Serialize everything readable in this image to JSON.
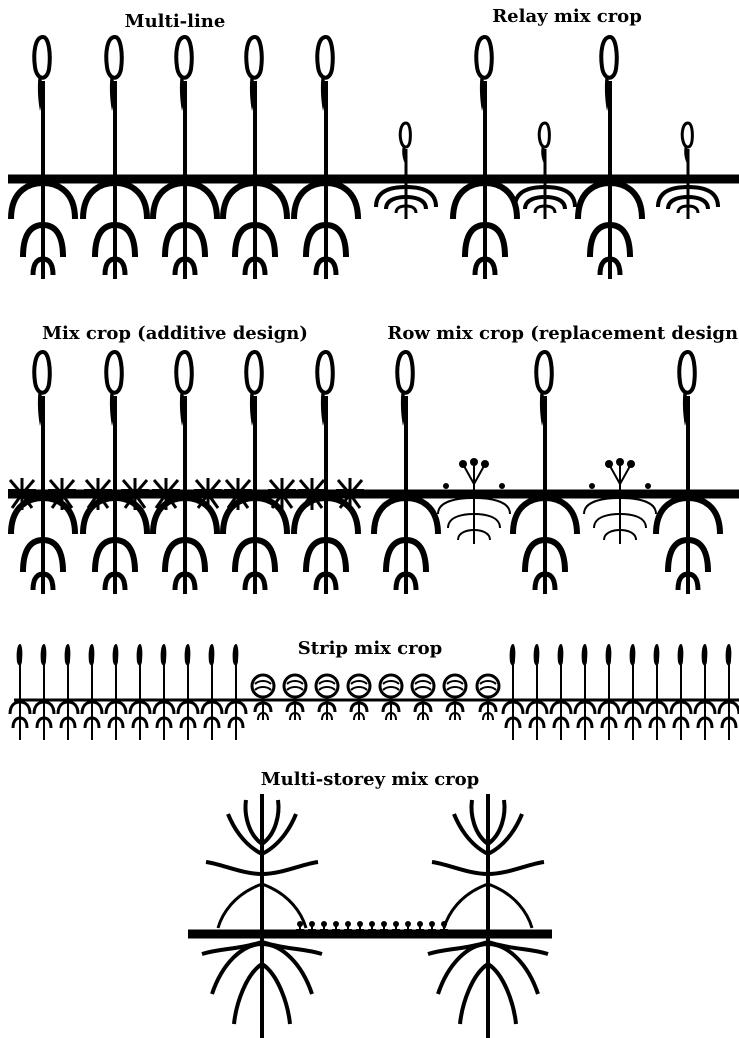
{
  "panels": [
    {
      "id": "multi-line",
      "title": "Multi-line"
    },
    {
      "id": "relay-mix-crop",
      "title": "Relay mix crop"
    },
    {
      "id": "mix-crop-additive",
      "title": "Mix crop (additive design)"
    },
    {
      "id": "row-mix-crop-replacement",
      "title": "Row mix crop (replacement design)"
    },
    {
      "id": "strip-mix-crop",
      "title": "Strip mix crop"
    },
    {
      "id": "multi-storey-mix-crop",
      "title": "Multi-storey mix crop"
    }
  ],
  "colors": {
    "ink": "#000000",
    "background": "#ffffff"
  },
  "icons": [
    "cereal-plant-icon",
    "legume-plant-icon",
    "tree-icon",
    "ground-line",
    "cabbage-icon",
    "weed-tuft-icon",
    "flowering-plant-icon"
  ]
}
